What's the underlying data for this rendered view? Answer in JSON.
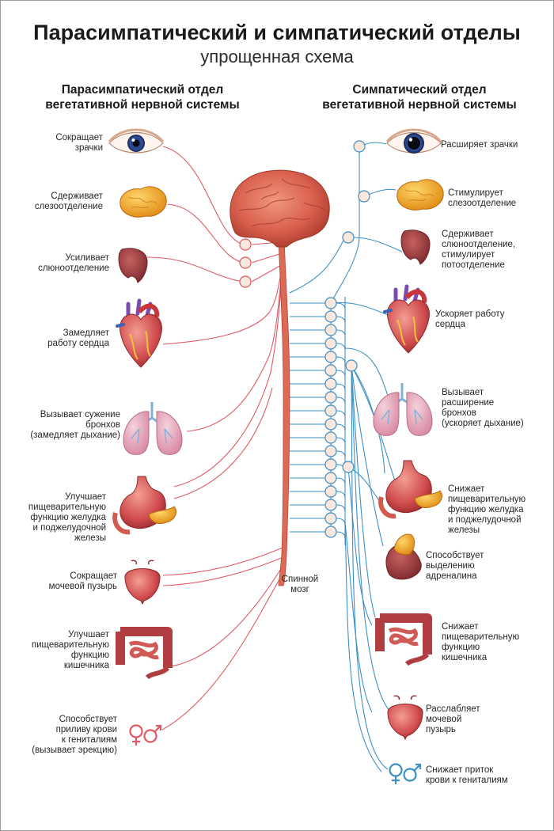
{
  "title": "Парасимпатический и симпатический отделы",
  "subtitle": "упрощенная схема",
  "left_header": "Парасимпатический отдел\nвегетативной нервной системы",
  "right_header": "Симпатический отдел\nвегетативной нервной системы",
  "spinal_label": "Спинной\nмозг",
  "colors": {
    "parasympathetic": "#e05a66",
    "sympathetic": "#3d8fc5",
    "node_fill": "#fbe7dc",
    "brain": "#d9604e"
  },
  "left_labels": [
    "Сокращает\nзрачки",
    "Сдерживает\nслезоотделение",
    "Усиливает\nслюноотделение",
    "Замедляет\nработу сердца",
    "Вызывает сужение\nбронхов\n(замедляет дыхание)",
    "Улучшает\nпищеварительную\nфункцию желудка\nи поджелудочной\nжелезы",
    "Сокращает\nмочевой пузырь",
    "Улучшает\nпищеварительную\nфункцию\nкишечника",
    "Способствует\nприливу крови\nк гениталиям\n(вызывает эрекцию)"
  ],
  "right_labels": [
    "Расширяет зрачки",
    "Стимулирует\nслезоотделение",
    "Сдерживает\nслюноотделение,\nстимулирует\nпотоотделение",
    "Ускоряет работу\nсердца",
    "Вызывает\nрасширение\nбронхов\n(ускоряет дыхание)",
    "Снижает\nпищеварительную\nфункцию желудка\nи поджелудочной\nжелезы",
    "Способствует\nвыделению\nадреналина",
    "Снижает\nпищеварительную\nфункцию\nкишечника",
    "Расслабляет\nмочевой\nпузырь",
    "Снижает приток\nкрови к гениталиям"
  ]
}
